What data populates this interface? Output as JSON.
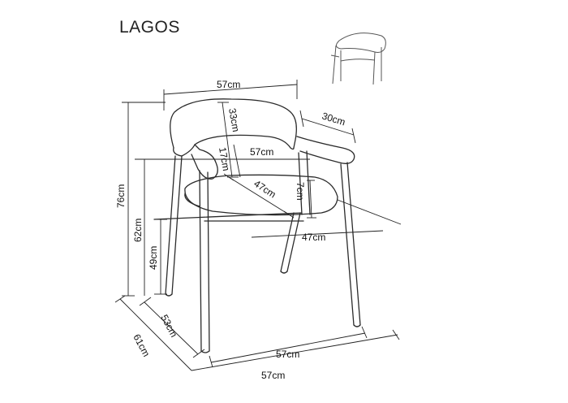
{
  "product": {
    "name": "LAGOS"
  },
  "dimensions": {
    "back_width": "57cm",
    "back_height": "33cm",
    "armrest_depth": "30cm",
    "armrest_width": "57cm",
    "back_to_seat": "17cm",
    "seat_diagonal": "47cm",
    "seat_thickness": "7cm",
    "seat_width": "47cm",
    "total_height": "76cm",
    "armrest_height": "62cm",
    "seat_height": "49cm",
    "leg_depth": "53cm",
    "total_depth": "61cm",
    "leg_width": "57cm",
    "total_width": "57cm"
  }
}
